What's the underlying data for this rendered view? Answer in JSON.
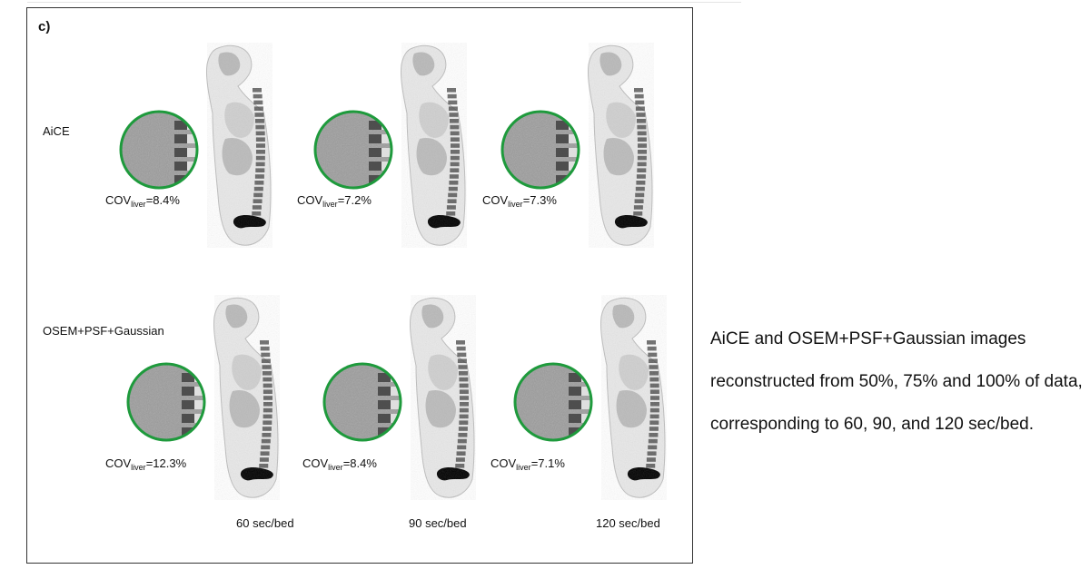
{
  "figure": {
    "panel_label": "c)",
    "rows": [
      {
        "label": "AiCE",
        "cov_prefix": "COV",
        "cov_sub": "liver",
        "cov_values": [
          "=8.4%",
          "=7.2%",
          "=7.3%"
        ]
      },
      {
        "label": "OSEM+PSF+Gaussian",
        "cov_prefix": "COV",
        "cov_sub": "liver",
        "cov_values": [
          "=12.3%",
          "=8.4%",
          "=7.1%"
        ]
      }
    ],
    "columns": [
      "60 sec/bed",
      "90 sec/bed",
      "120 sec/bed"
    ]
  },
  "caption": "AiCE and OSEM+PSF+Gaussian images reconstructed from 50%, 75% and 100% of data, corresponding to 60, 90, and 120 sec/bed.",
  "colors": {
    "circle_border": "#1e9a3c",
    "background": "#ffffff",
    "frame": "#333333"
  },
  "icons": [
    "pet-scan-sagittal-image",
    "liver-zoom-inset-image"
  ]
}
